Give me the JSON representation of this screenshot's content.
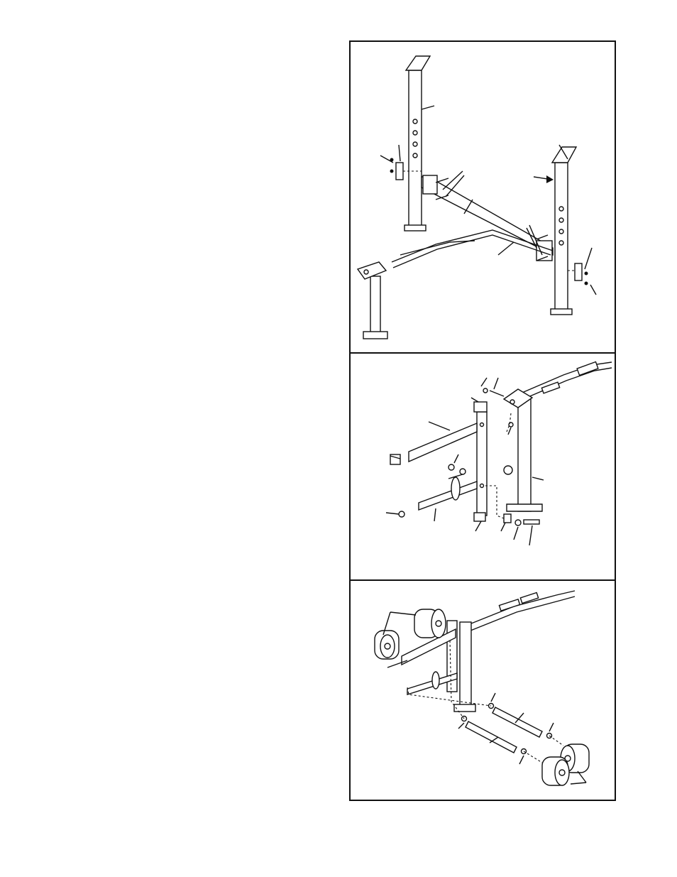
{
  "document": {
    "panels": [
      {
        "id": "frame-assembly",
        "figure": "uprights-and-base"
      },
      {
        "id": "leg-assembly",
        "figure": "front-leg-and-hardware"
      },
      {
        "id": "roller-assembly",
        "figure": "foam-rollers-and-tubes"
      }
    ]
  }
}
